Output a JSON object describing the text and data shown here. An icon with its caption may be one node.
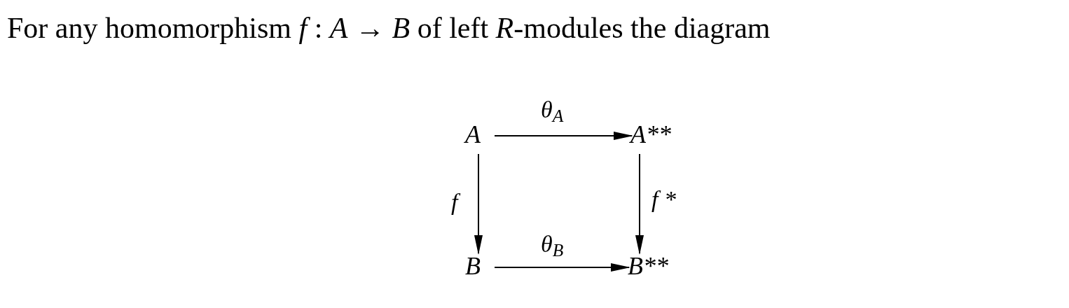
{
  "diagram": {
    "title": "For any homomorphism *f* : *A* → *B* of left *R*-modules the diagram",
    "nodes": [
      {
        "text": [
          "A"
        ]
      },
      {
        "text": [
          "A**"
        ]
      },
      {
        "text": [
          "B"
        ]
      },
      {
        "text": [
          "B**"
        ]
      }
    ],
    "edges": [
      {
        "from": 0,
        "to": 1,
        "arrow": "to",
        "label": "θ$_{A}$"
      },
      {
        "from": 0,
        "to": 2,
        "arrow": "to",
        "label": "f"
      },
      {
        "from": 1,
        "to": 3,
        "arrow": "to",
        "label": "f *"
      },
      {
        "from": 2,
        "to": 3,
        "arrow": "to",
        "label": "θ$_{B}$"
      }
    ]
  }
}
